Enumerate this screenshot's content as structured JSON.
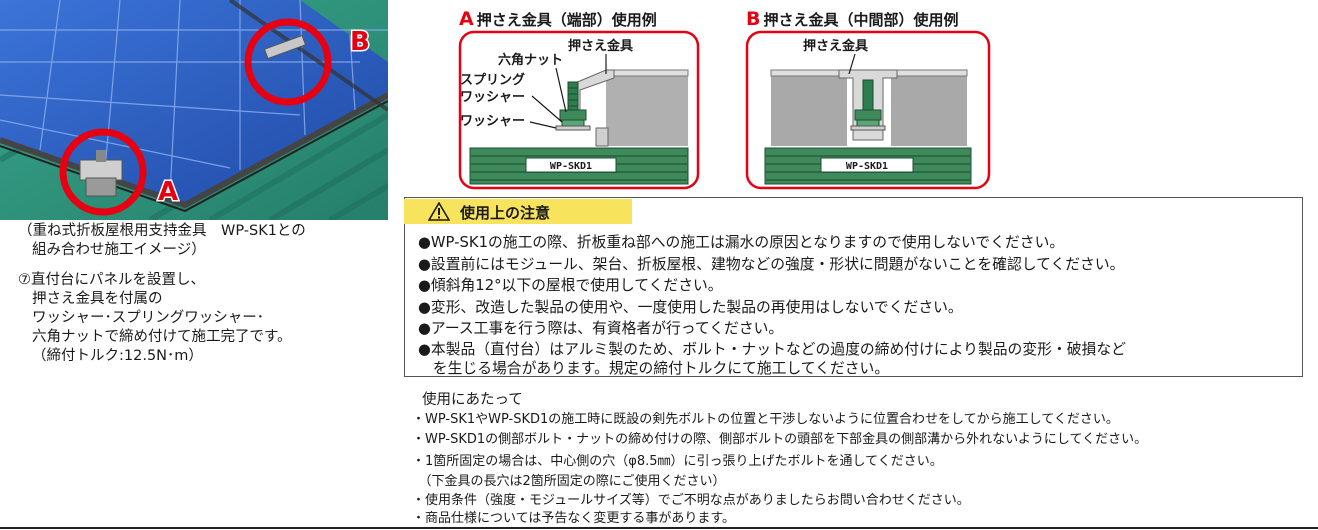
{
  "photo": {
    "letter_a": "A",
    "letter_b": "B"
  },
  "caption": {
    "line1": "（重ね式折板屋根用支持金具　WP-SK1との",
    "line2": "組み合わせ施工イメージ）"
  },
  "step7": {
    "lines": [
      "⑦直付台にパネルを設置し、",
      "押さえ金具を付属の",
      "ワッシャー･スプリングワッシャー･",
      "六角ナットで締め付けて施工完了です。",
      "（締付トルク:12.5N･m）"
    ]
  },
  "diagram_a": {
    "letter": "A",
    "title": "押さえ金具（端部）使用例",
    "labels": {
      "clamp": "押さえ金具",
      "hex_nut": "六角ナット",
      "spring_washer_1": "スプリング",
      "spring_washer_2": "ワッシャー",
      "washer": "ワッシャー",
      "base": "WP-SKD1"
    }
  },
  "diagram_b": {
    "letter": "B",
    "title": "押さえ金具（中間部）使用例",
    "labels": {
      "clamp": "押さえ金具",
      "base": "WP-SKD1"
    }
  },
  "caution": {
    "title": "使用上の注意",
    "items": [
      "●WP-SK1の施工の際、折板重ね部への施工は漏水の原因となりますので使用しないでください。",
      "●設置前にはモジュール、架台、折板屋根、建物などの強度・形状に問題がないことを確認してください。",
      "●傾斜角12°以下の屋根で使用してください。",
      "●変形、改造した製品の使用や、一度使用した製品の再使用はしないでください。",
      "●アース工事を行う際は、有資格者が行ってください。",
      "●本製品（直付台）はアルミ製のため、ボルト・ナットなどの過度の締め付けにより製品の変形・破損など",
      "　を生じる場合があります。規定の締付トルクにて施工してください。"
    ]
  },
  "usage": {
    "title": "使用にあたって",
    "items": [
      "・WP-SK1やWP-SKD1の施工時に既設の剣先ボルトの位置と干渉しないように位置合わせをしてから施工してください。",
      "・WP-SKD1の側部ボルト・ナットの締め付けの際、側部ボルトの頭部を下部金具の側部溝から外れないようにしてください。",
      "・1箇所固定の場合は、中心側の穴（φ8.5㎜）に引っ張り上げたボルトを通してください。",
      "　（下金具の長穴は2箇所固定の際にご使用ください）",
      "・使用条件（強度・モジュールサイズ等）でご不明な点がありましたらお問い合わせください。",
      "・商品仕様については予告なく変更する事があります。"
    ]
  },
  "colors": {
    "accent_red": "#e60012",
    "caution_yellow": "#f8e45c",
    "base_green": "#3f8a5b",
    "panel_blue": "#2f5fc0",
    "roof_teal": "#2f9a83"
  }
}
